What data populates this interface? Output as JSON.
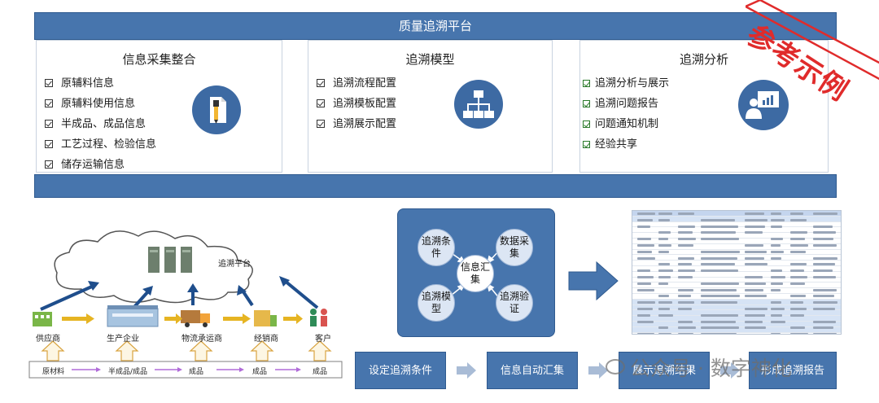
{
  "header": {
    "title": "质量追溯平台"
  },
  "panels": [
    {
      "title": "信息采集整合",
      "items": [
        "原辅料信息",
        "原辅料使用信息",
        "半成品、成品信息",
        "工艺过程、检验信息",
        "储存运输信息"
      ],
      "icon": "pen-document-icon"
    },
    {
      "title": "追溯模型",
      "items": [
        "追溯流程配置",
        "追溯模板配置",
        "追溯展示配置"
      ],
      "icon": "hierarchy-icon"
    },
    {
      "title": "追溯分析",
      "items": [
        "追溯分析与展示",
        "追溯问题报告",
        "问题通知机制",
        "经验共享"
      ],
      "icon": "presenter-chart-icon"
    }
  ],
  "stamp": {
    "text": "参考示例"
  },
  "chain": {
    "cloud_label": "追溯平台",
    "entities": [
      "供应商",
      "生产企业",
      "物流承运商",
      "经销商",
      "客户"
    ],
    "flow": [
      "原材料",
      "半成品/成品",
      "成品",
      "成品",
      "成品"
    ]
  },
  "model": {
    "center": "信息汇集",
    "nodes": [
      "追溯条件",
      "数据采集",
      "追溯模型",
      "追溯验证"
    ]
  },
  "steps": [
    "设定追溯条件",
    "信息自动汇集",
    "展示追溯结果",
    "形成追溯报告"
  ],
  "watermark": {
    "text": "公众号 · 数字神化"
  },
  "colors": {
    "primary": "#4775ad",
    "stamp": "#e02b2b",
    "bubble": "#dce6f4"
  }
}
